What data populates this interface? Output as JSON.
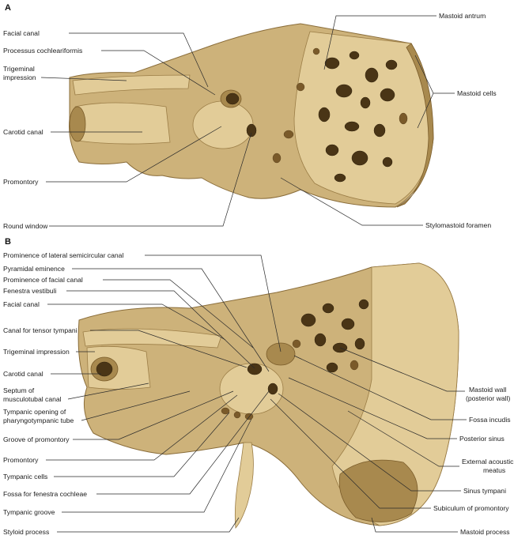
{
  "panels": {
    "a": "A",
    "b": "B"
  },
  "panel_a": {
    "facial_canal": "Facial canal",
    "processus_cochleariformis": "Processus cochleariformis",
    "trigeminal_impression_1": "Trigeminal",
    "trigeminal_impression_2": "impression",
    "carotid_canal": "Carotid canal",
    "promontory": "Promontory",
    "round_window": "Round window",
    "mastoid_antrum": "Mastoid antrum",
    "mastoid_cells": "Mastoid cells",
    "stylomastoid_foramen": "Stylomastoid foramen"
  },
  "panel_b": {
    "prominence_lateral_semicircular_canal": "Prominence of lateral semicircular canal",
    "pyramidal_eminence": "Pyramidal eminence",
    "prominence_facial_canal": "Prominence of facial canal",
    "fenestra_vestibuli": "Fenestra vestibuli",
    "facial_canal": "Facial canal",
    "canal_tensor_tympani": "Canal for tensor tympani",
    "trigeminal_impression": "Trigeminal impression",
    "carotid_canal": "Carotid canal",
    "septum_1": "Septum of",
    "septum_2": "musculotubal canal",
    "tympanic_opening_1": "Tympanic opening of",
    "tympanic_opening_2": "pharyngotympanic tube",
    "groove_promontory": "Groove of promontory",
    "promontory": "Promontory",
    "tympanic_cells": "Tympanic cells",
    "fossa_fenestra_cochleae": "Fossa for fenestra cochleae",
    "tympanic_groove": "Tympanic groove",
    "styloid_process": "Styloid process",
    "mastoid_wall_1": "Mastoid wall",
    "mastoid_wall_2": "(posterior wall)",
    "fossa_incudis": "Fossa incudis",
    "posterior_sinus": "Posterior sinus",
    "external_acoustic_1": "External acoustic",
    "external_acoustic_2": "meatus",
    "sinus_tympani": "Sinus tympani",
    "subiculum_promontory": "Subiculum of promontory",
    "mastoid_process": "Mastoid process"
  }
}
